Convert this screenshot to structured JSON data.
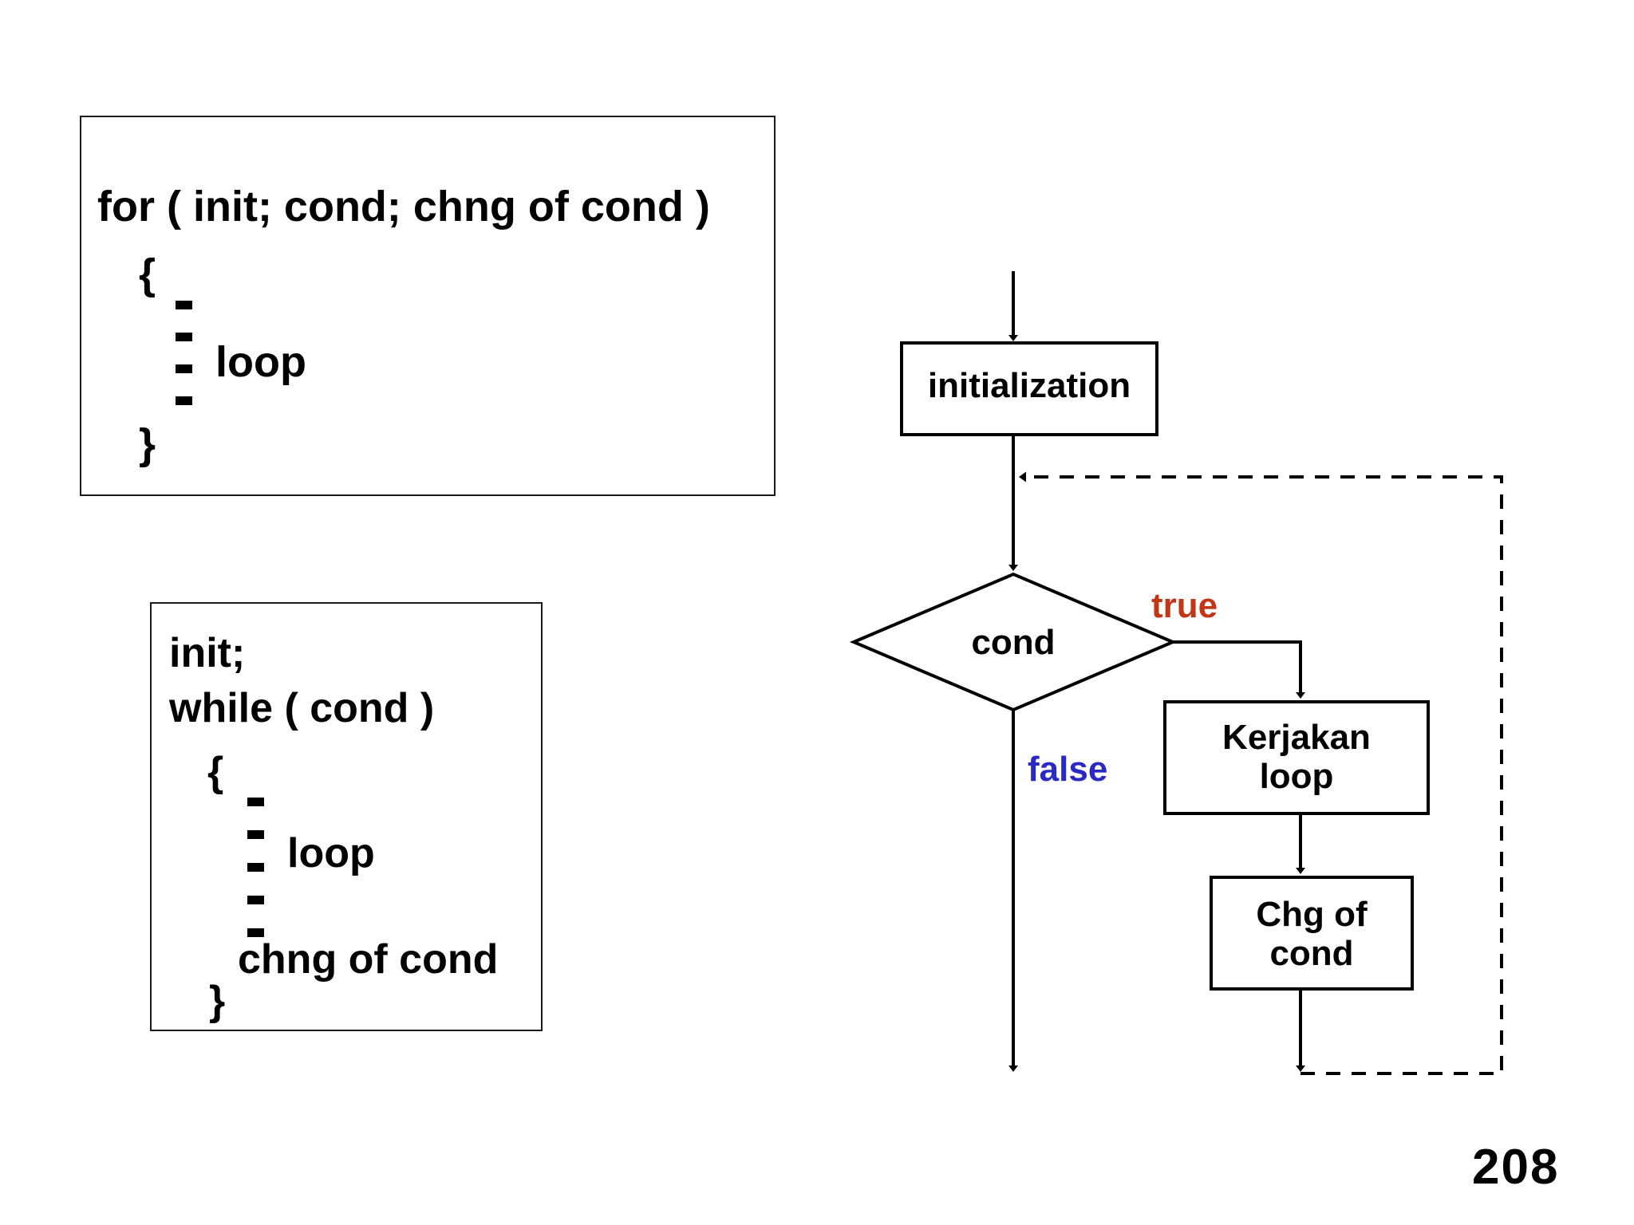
{
  "slide": {
    "page_number": "208"
  },
  "code_blocks": [
    {
      "id": "for-loop",
      "header": "for ( init; cond; chng of cond )",
      "open_brace": "{",
      "ellipsis_marks": 4,
      "loop_label": "loop",
      "close_brace": "}"
    },
    {
      "id": "while-loop",
      "init": "init;",
      "header": "while ( cond )",
      "open_brace": "{",
      "ellipsis_marks": 5,
      "loop_label": "loop",
      "change_line": "chng of cond",
      "close_brace": "}"
    }
  ],
  "flowchart": {
    "nodes": {
      "initialization": "initialization",
      "condition": "cond",
      "loop_body": "Kerjakan\nloop",
      "change": "Chg of\ncond"
    },
    "edge_labels": {
      "true": "true",
      "false": "false"
    },
    "colors": {
      "true_label": "#c23616",
      "false_label": "#2a29c4",
      "stroke": "#000000",
      "box_fill": "#ffffff"
    },
    "edges": [
      {
        "from": "entry",
        "to": "initialization",
        "style": "solid"
      },
      {
        "from": "initialization",
        "to": "condition",
        "style": "solid"
      },
      {
        "from": "condition",
        "to": "loop_body",
        "style": "solid",
        "label": "true"
      },
      {
        "from": "condition",
        "to": "exit",
        "style": "solid",
        "label": "false"
      },
      {
        "from": "loop_body",
        "to": "change",
        "style": "solid"
      },
      {
        "from": "change",
        "to": "condition",
        "style": "dashed"
      }
    ]
  }
}
